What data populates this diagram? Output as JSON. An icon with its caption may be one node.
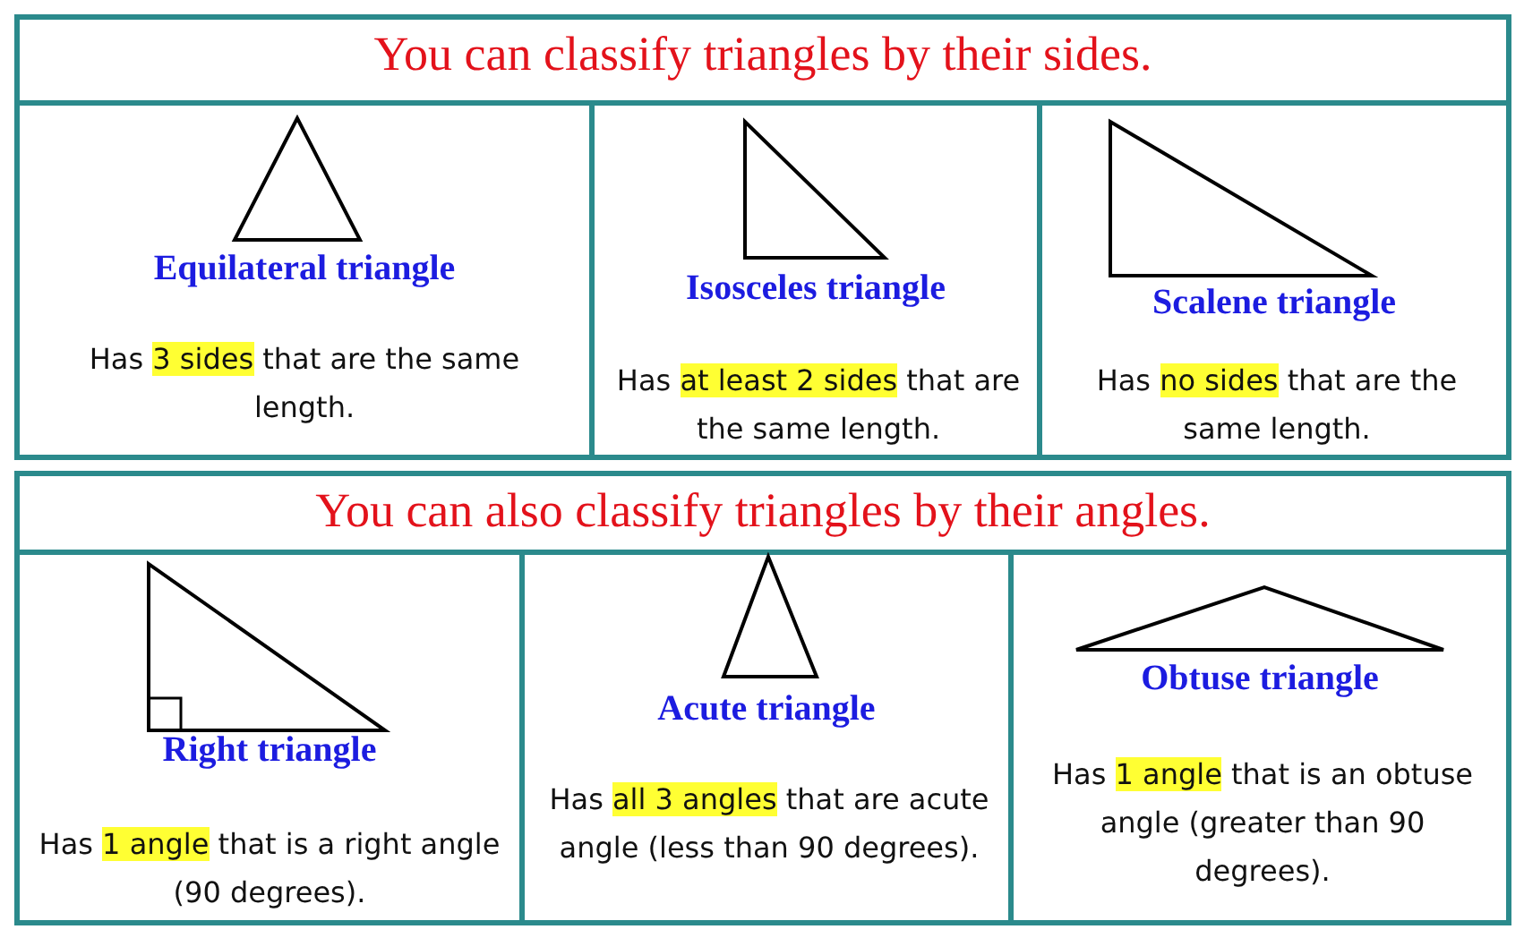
{
  "diagram": {
    "nodes": [
      {
        "text": [
          "You can classify triangles by their sides."
        ]
      },
      {
        "text": [
          "Equilateral triangle",
          "Has **3 sides** that are the same length."
        ],
        "in": 0
      },
      {
        "text": [
          "Isosceles triangle",
          "Has **at least 2 sides** that are the same length."
        ],
        "in": 0
      },
      {
        "text": [
          "Scalene triangle",
          "Has **no sides** that are the same length."
        ],
        "in": 0
      },
      {
        "text": [
          "You can also classify triangles by their angles."
        ]
      },
      {
        "text": [
          "Right triangle",
          "Has **1 angle** that is a right angle (90 degrees)."
        ],
        "in": 4
      },
      {
        "text": [
          "Acute triangle",
          "Has **all 3 angles** that are acute angle (less than 90 degrees)."
        ],
        "in": 4
      },
      {
        "text": [
          "Obtuse triangle",
          "Has **1 angle** that is an obtuse angle (greater than 90 degrees)."
        ],
        "in": 4
      }
    ]
  }
}
